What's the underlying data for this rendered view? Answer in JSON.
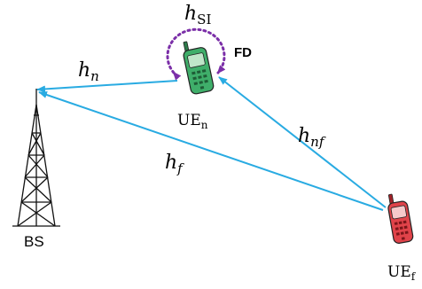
{
  "nodes": {
    "bs": {
      "label": "BS"
    },
    "ue_near": {
      "label_main": "UE",
      "label_sub": "n",
      "phone_color": "#3fae6a"
    },
    "ue_far": {
      "label_main": "UE",
      "label_sub": "f",
      "phone_color": "#e0434a"
    }
  },
  "channels": {
    "h_si": {
      "main": "h",
      "sub": "SI"
    },
    "h_n": {
      "main": "h",
      "sub": "n"
    },
    "h_f": {
      "main": "h",
      "sub": "f"
    },
    "h_nf": {
      "main": "h",
      "sub": "nf"
    }
  },
  "mode": {
    "label": "FD"
  },
  "colors": {
    "link": "#29abe2",
    "self_interference": "#7b2fa8"
  }
}
